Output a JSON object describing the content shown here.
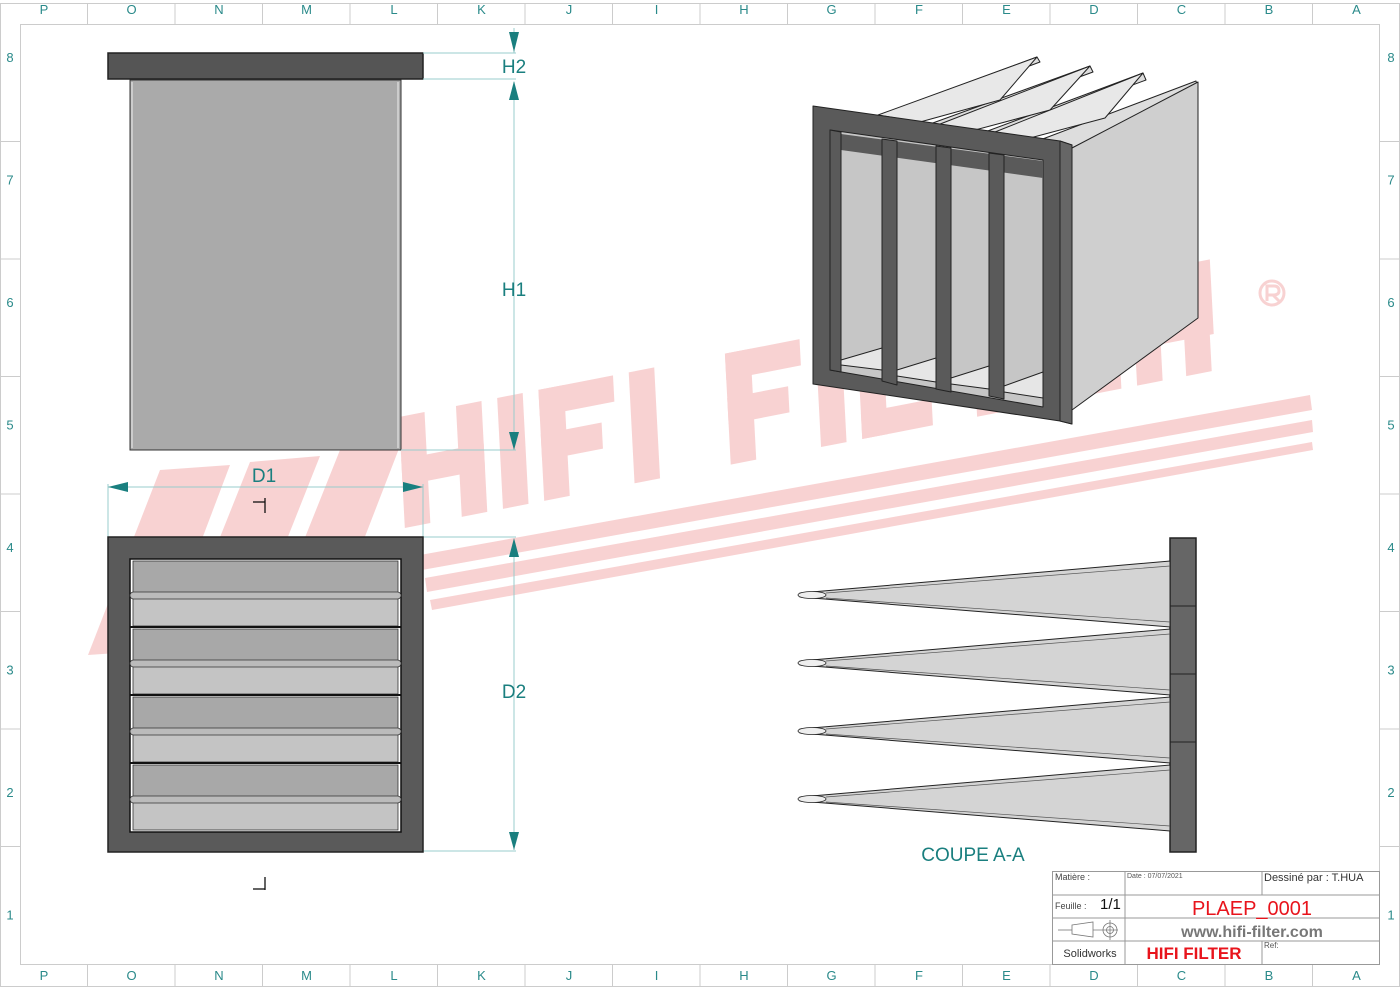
{
  "sheet": {
    "columns": [
      "P",
      "O",
      "N",
      "M",
      "L",
      "K",
      "J",
      "I",
      "H",
      "G",
      "F",
      "E",
      "D",
      "C",
      "B",
      "A"
    ],
    "rows": [
      "8",
      "7",
      "6",
      "5",
      "4",
      "3",
      "2",
      "1"
    ]
  },
  "dimensions": {
    "h2": "H2",
    "h1": "H1",
    "d1": "D1",
    "d2": "D2"
  },
  "section_label": "COUPE A-A",
  "watermark": {
    "text": "HIFI FILTER",
    "mark": "®"
  },
  "title_block": {
    "matiere_label": "Matière :",
    "date_label": "Date : 07/07/2021",
    "drawn_by": "Dessiné par : T.HUA",
    "feuille_label": "Feuille :",
    "feuille_value": "1/1",
    "part_number": "PLAEP_0001",
    "website": "www.hifi-filter.com",
    "software": "Solidworks",
    "company": "HIFI FILTER",
    "ref_label": "Ref:"
  },
  "colors": {
    "teal": "#1a7f7f",
    "red": "#e8141c",
    "watermark": "#f6c4c4",
    "frame": "#5a5a5a"
  }
}
